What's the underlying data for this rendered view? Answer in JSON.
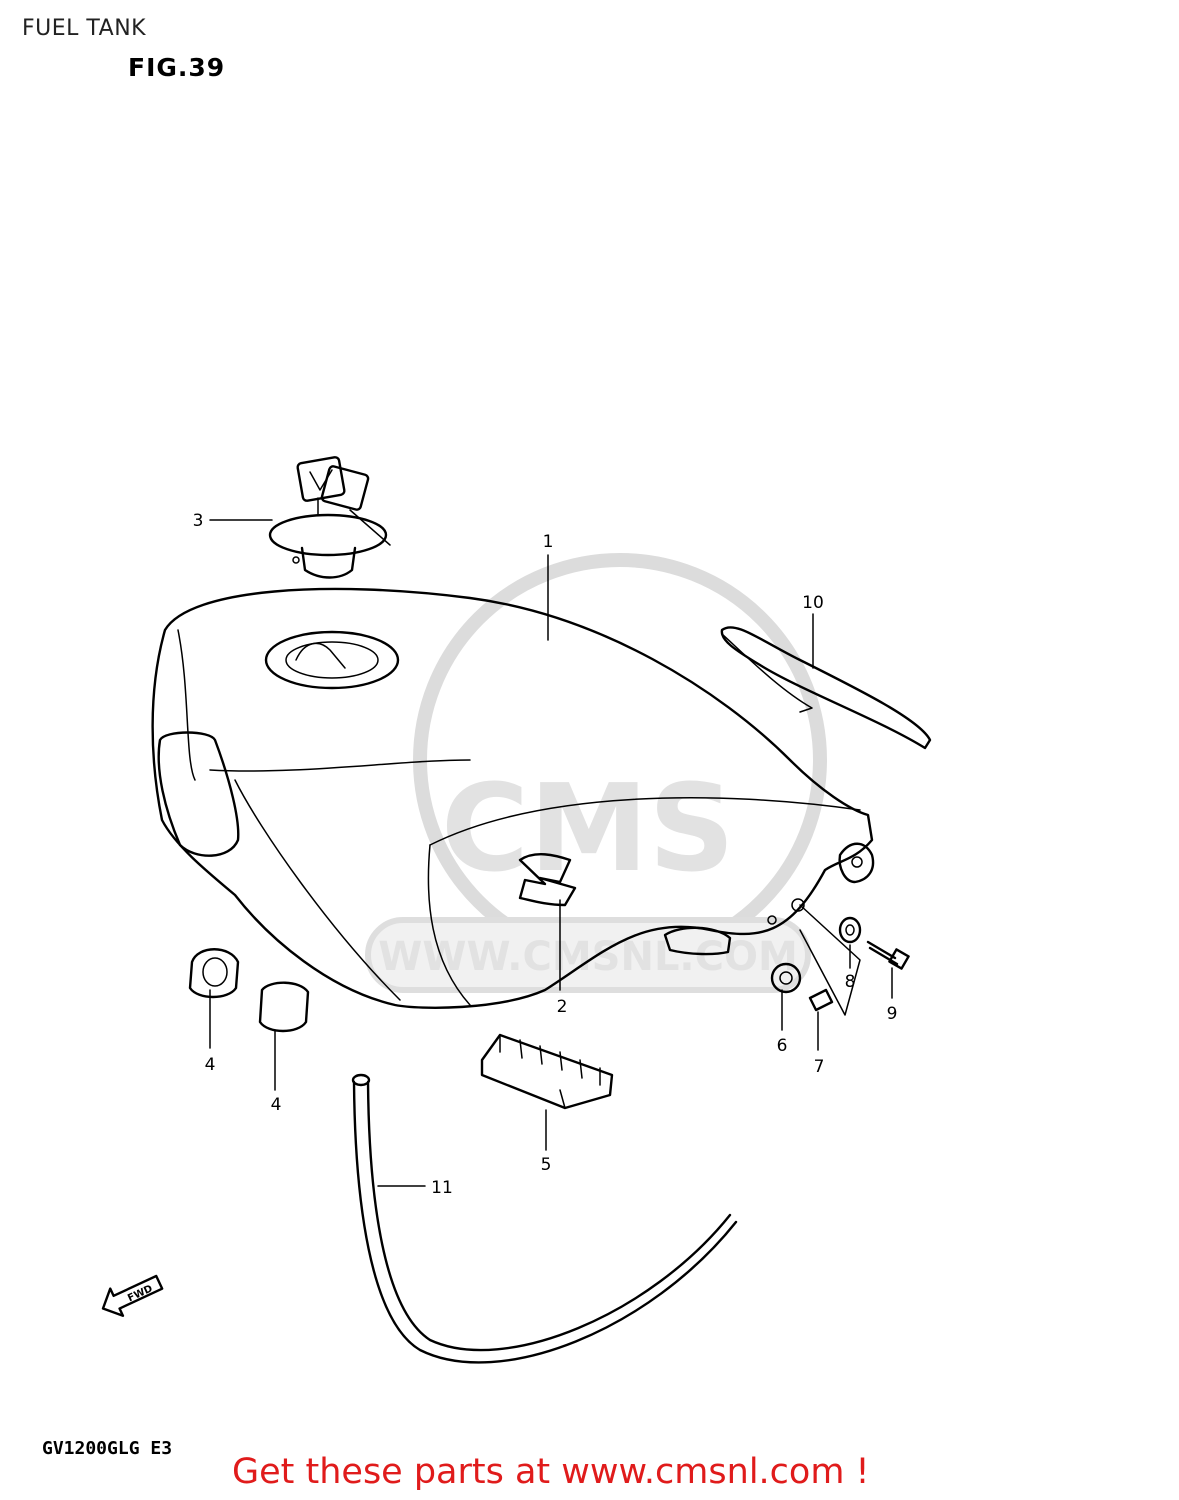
{
  "header": {
    "section_title": "FUEL TANK",
    "figure_label": "FIG.39"
  },
  "watermark": {
    "brand": "CMS",
    "url": "WWW.CMSNL.COM"
  },
  "callouts": [
    {
      "id": "1",
      "label": "1"
    },
    {
      "id": "2",
      "label": "2"
    },
    {
      "id": "3",
      "label": "3"
    },
    {
      "id": "4a",
      "label": "4"
    },
    {
      "id": "4b",
      "label": "4"
    },
    {
      "id": "5",
      "label": "5"
    },
    {
      "id": "6",
      "label": "6"
    },
    {
      "id": "7",
      "label": "7"
    },
    {
      "id": "8",
      "label": "8"
    },
    {
      "id": "9",
      "label": "9"
    },
    {
      "id": "10",
      "label": "10"
    },
    {
      "id": "11",
      "label": "11"
    }
  ],
  "direction_marker": {
    "label": "FWD",
    "icon": "forward-arrow-icon"
  },
  "footer": {
    "model_code": "GV1200GLG E3",
    "cta": "Get these parts at www.cmsnl.com !"
  },
  "colors": {
    "cta": "#e01b1b",
    "line": "#000000",
    "watermark": "#dcdcdc"
  }
}
